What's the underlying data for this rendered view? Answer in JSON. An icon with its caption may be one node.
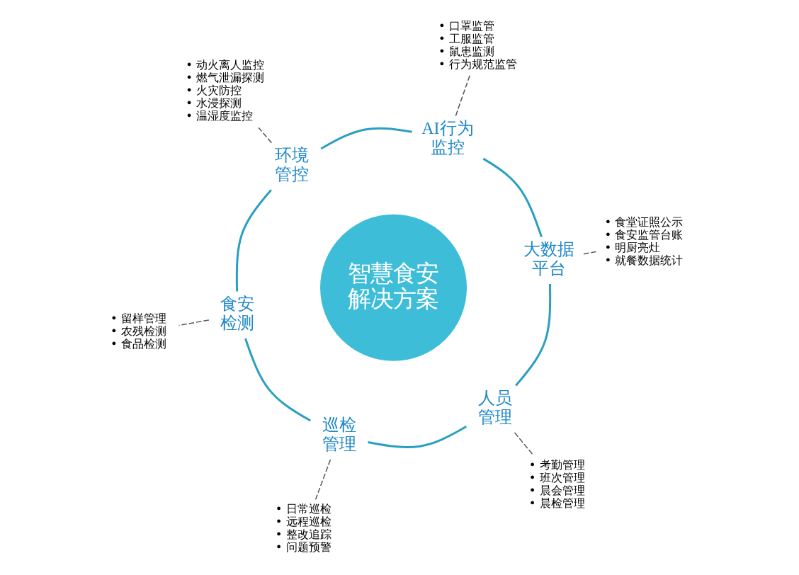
{
  "diagram": {
    "nodes": [
      {
        "text": [
          "智慧食安解决方案"
        ]
      },
      {
        "text": [
          "大数据平台"
        ]
      },
      {
        "text": [
          "AI行为监控"
        ]
      },
      {
        "text": [
          "环境管控"
        ]
      },
      {
        "text": [
          "食安检测"
        ]
      },
      {
        "text": [
          "巡检管理"
        ]
      },
      {
        "text": [
          "人员管理"
        ]
      },
      {
        "text": [
          "• 食堂证照公示",
          "• 食安监管台账",
          "• 明厨亮灶",
          "• 就餐数据统计"
        ]
      },
      {
        "text": [
          "• 口罩监管",
          "• 工服监管",
          "• 鼠患监测",
          "• 行为规范监管"
        ]
      },
      {
        "text": [
          "• 动火离人监控",
          "• 燃气泄漏探测",
          "• 火灾防控",
          "• 水浸探测",
          "• 温湿度监控"
        ]
      },
      {
        "text": [
          "• 留样管理",
          "• 农残检测",
          "• 食品检测"
        ]
      },
      {
        "text": [
          "• 日常巡检",
          "• 远程巡检",
          "• 整改追踪",
          "• 问题预警"
        ]
      },
      {
        "text": [
          "• 考勤管理",
          "• 班次管理",
          "• 晨会管理",
          "• 晨检管理"
        ]
      }
    ],
    "edges": [
      {
        "from": 1,
        "to": 2,
        "arrow": "none"
      },
      {
        "from": 2,
        "to": 3,
        "arrow": "none"
      },
      {
        "from": 3,
        "to": 4,
        "arrow": "none"
      },
      {
        "from": 4,
        "to": 5,
        "arrow": "none"
      },
      {
        "from": 5,
        "to": 6,
        "arrow": "none"
      },
      {
        "from": 6,
        "to": 1,
        "arrow": "none"
      },
      {
        "from": 1,
        "to": 7,
        "arrow": "none",
        "style": "dashed",
        "color": "#555555"
      },
      {
        "from": 2,
        "to": 8,
        "arrow": "none",
        "style": "dashed",
        "color": "#555555"
      },
      {
        "from": 3,
        "to": 9,
        "arrow": "none",
        "style": "dashed",
        "color": "#555555"
      },
      {
        "from": 4,
        "to": 10,
        "arrow": "none",
        "style": "dashed",
        "color": "#555555"
      },
      {
        "from": 5,
        "to": 11,
        "arrow": "none",
        "style": "dashed",
        "color": "#555555"
      },
      {
        "from": 6,
        "to": 12,
        "arrow": "none",
        "style": "dashed",
        "color": "#555555"
      }
    ]
  }
}
